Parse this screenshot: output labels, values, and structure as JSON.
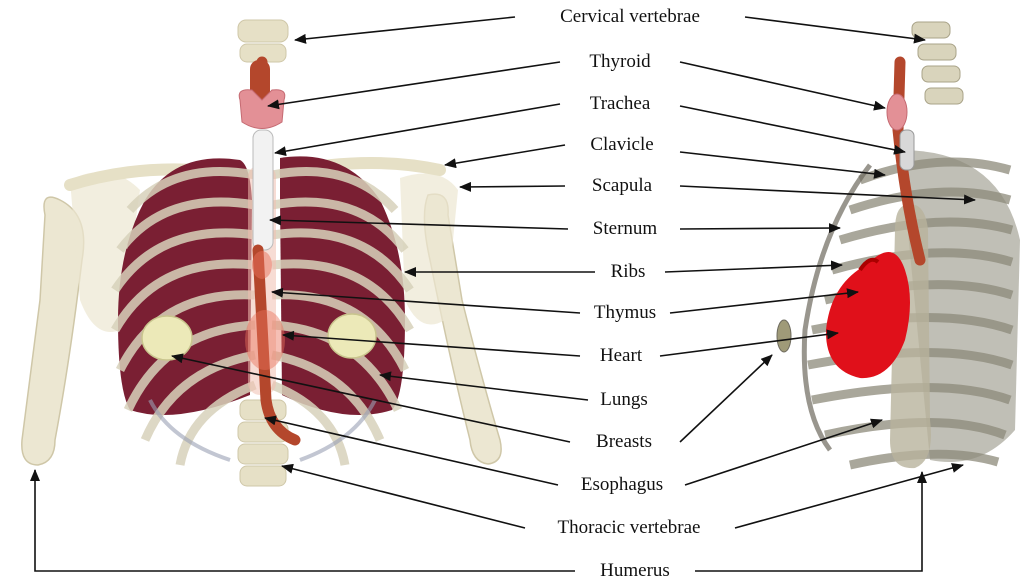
{
  "figure": {
    "labels": {
      "cervical_vertebrae": "Cervical vertebrae",
      "thyroid": "Thyroid",
      "trachea": "Trachea",
      "clavicle": "Clavicle",
      "scapula": "Scapula",
      "sternum": "Sternum",
      "ribs": "Ribs",
      "thymus": "Thymus",
      "heart": "Heart",
      "lungs": "Lungs",
      "breasts": "Breasts",
      "esophagus": "Esophagus",
      "thoracic_vertebrae": "Thoracic vertebrae",
      "humerus": "Humerus"
    }
  },
  "colors": {
    "bone": "#ece7d2",
    "bone_edge": "#c9c2a4",
    "lung": "#7a1f33",
    "lung_dark": "#5e1526",
    "thyroid": "#e39096",
    "esophagus": "#b4472c",
    "heart": "#e0101a",
    "breast": "#ece9b8",
    "rib_gray": "#8d8a7a",
    "arrow": "#111111"
  }
}
